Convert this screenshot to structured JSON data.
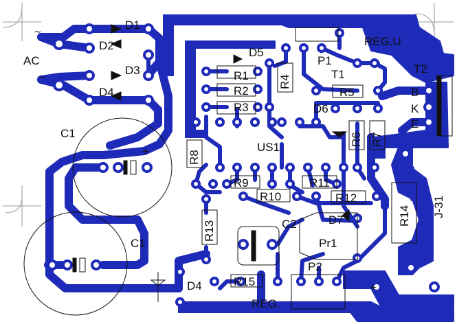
{
  "colors": {
    "copper": "#1e2ab8",
    "pad": "#ffffff",
    "silk": "#111111",
    "background": "#ffffff"
  },
  "labels": {
    "ac": "AC",
    "ac_tilde_top": "~",
    "ac_tilde_bottom": "~",
    "d1": "D1",
    "d2": "D2",
    "d3": "D3",
    "d4": "D4",
    "c1_top": "C1",
    "c1_bottom": "C1",
    "c1_plus": "+",
    "d5": "D5",
    "p1": "P1",
    "reg_u": "REG.U",
    "r1": "R1",
    "r2": "R2",
    "r3": "R3",
    "r4": "R4",
    "r5": "R5",
    "t1": "T1",
    "t2": "T2",
    "d6": "D6",
    "r6": "R6",
    "r7": "R7",
    "b": "B",
    "k": "K",
    "e": "E",
    "r8": "R8",
    "us1": "US1",
    "r9": "R9",
    "r10": "R10",
    "r11": "R11",
    "r12": "R12",
    "r13": "R13",
    "r14": "R14",
    "j31": "J-31",
    "d7": "D7",
    "c2": "C2",
    "pr1": "Pr1",
    "p2": "P2",
    "d4_bottom": "D4",
    "r15": "R15",
    "reg": "REG.",
    "plus_bottom": "+"
  }
}
